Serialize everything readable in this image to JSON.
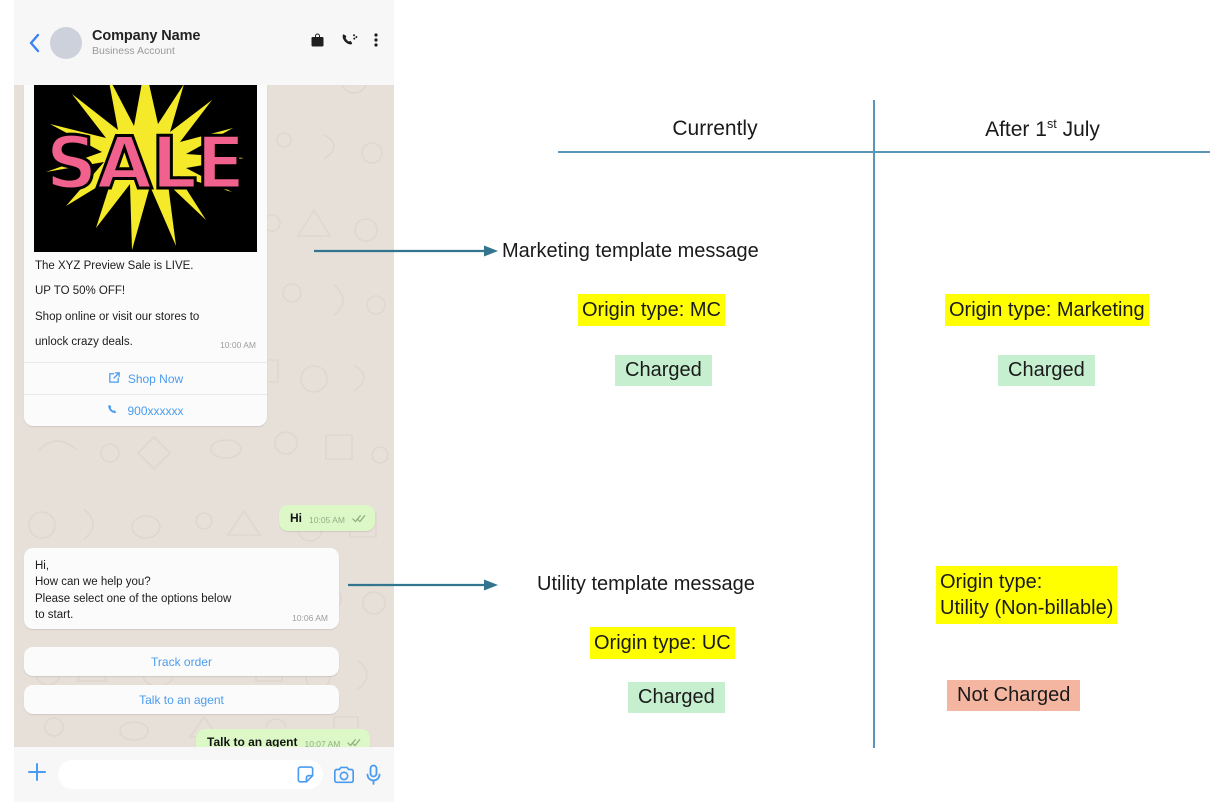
{
  "phone": {
    "header": {
      "back_icon": "chevron-left-icon",
      "avatar": "avatar-placeholder",
      "company_name": "Company Name",
      "subtitle": "Business Account",
      "icons": [
        "shop-bag-icon",
        "video-call-icon",
        "overflow-menu-icon"
      ]
    },
    "messages": [
      {
        "type": "template-card",
        "direction": "incoming",
        "image": "sale-starburst-image",
        "image_text": "SALE",
        "lines": [
          "The XYZ Preview Sale is LIVE.",
          "UP TO 50% OFF!\nShop online or visit our stores to unlock crazy deals."
        ],
        "line1": "The XYZ Preview Sale is LIVE.",
        "line2": "UP TO 50% OFF!",
        "line3": "Shop online or visit our stores to",
        "line4": "unlock crazy deals.",
        "timestamp": "10:00 AM",
        "buttons": [
          {
            "label": "Shop Now",
            "icon": "external-link-icon"
          },
          {
            "label": "900xxxxxx",
            "icon": "phone-icon"
          }
        ]
      },
      {
        "type": "text",
        "direction": "outgoing",
        "text": "Hi",
        "timestamp": "10:05 AM",
        "status": "read"
      },
      {
        "type": "template-card",
        "direction": "incoming",
        "line1": "Hi,",
        "line2": "How can we help you?",
        "line3": "Please select one of the options below",
        "line4": "to start.",
        "timestamp": "10:06 AM",
        "buttons": [
          {
            "label": "Track order"
          },
          {
            "label": "Talk to an agent"
          }
        ]
      },
      {
        "type": "text",
        "direction": "outgoing",
        "text": "Talk to an agent",
        "timestamp": "10:07 AM",
        "status": "read"
      }
    ],
    "composer": {
      "placeholder": "",
      "value": "",
      "icons": [
        "plus-icon",
        "sticker-icon",
        "camera-icon",
        "microphone-icon"
      ]
    }
  },
  "diagram": {
    "columns": [
      {
        "key": "currently",
        "label": "Currently"
      },
      {
        "key": "after",
        "label_prefix": "After 1",
        "label_sup": "st",
        "label_suffix": " July"
      }
    ],
    "rows": [
      {
        "label": "Marketing template message",
        "currently": {
          "origin_type": "Origin type: MC",
          "billing": "Charged",
          "billing_state": "charged"
        },
        "after": {
          "origin_type": "Origin type: Marketing",
          "billing": "Charged",
          "billing_state": "charged"
        }
      },
      {
        "label": "Utility template message",
        "currently": {
          "origin_type": "Origin type: UC",
          "billing": "Charged",
          "billing_state": "charged"
        },
        "after": {
          "origin_type_line1": "Origin type:",
          "origin_type_line2": "Utility (Non-billable)",
          "billing": "Not Charged",
          "billing_state": "not-charged"
        }
      }
    ],
    "colors": {
      "line": "#5b96b8",
      "arrow": "#33748f",
      "highlight_yellow": "#ffff00",
      "highlight_green": "#c6efcf",
      "highlight_salmon": "#f4b6a0"
    }
  }
}
